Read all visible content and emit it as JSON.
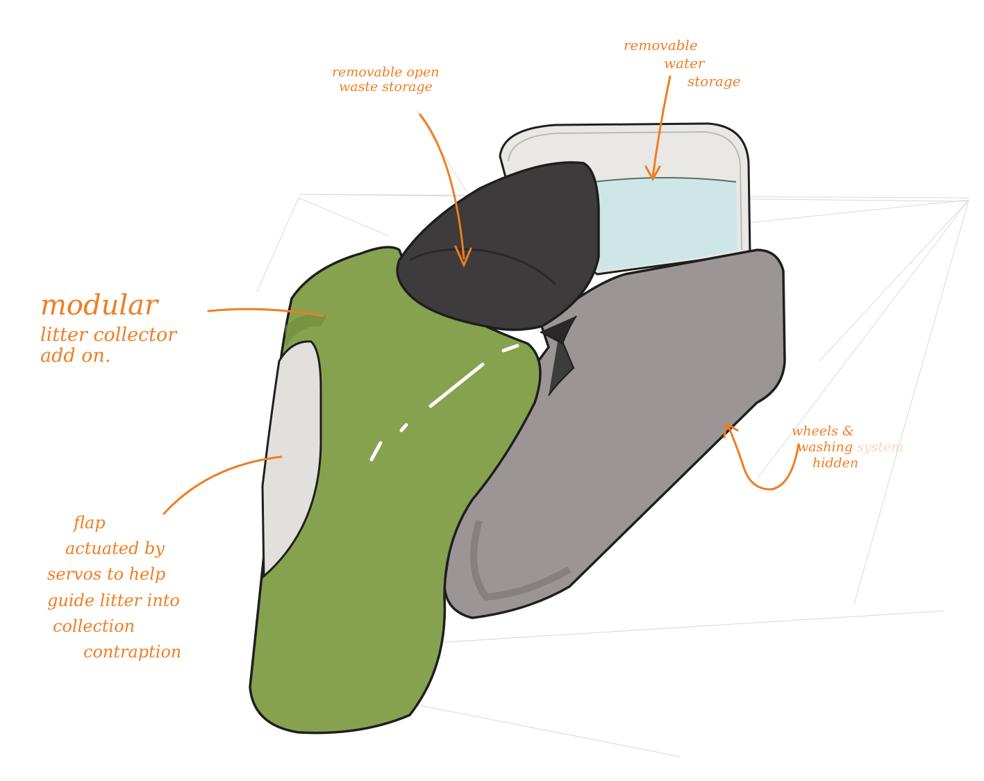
{
  "annotations": {
    "modular": {
      "line1": "modular",
      "line2": "litter collector",
      "line3": "add on."
    },
    "flap": {
      "line1": "flap",
      "line2": "actuated by",
      "line3": "servos to help",
      "line4": "guide litter into",
      "line5": "collection",
      "line6": "contraption"
    },
    "waste": {
      "line1": "removable open",
      "line2": "waste storage"
    },
    "water": {
      "line1": "removable",
      "line2": "water",
      "line3": "storage"
    },
    "wheels": {
      "line1": "wheels &",
      "line2_a": "washing",
      "line2_b": "system",
      "line3": "hidden"
    }
  },
  "colors": {
    "annotation": "#ef7d22",
    "body_green": "#86a24e",
    "body_grey": "#9c9595",
    "waste_bin": "#3d3b3b",
    "water": "#cfe6e6",
    "flap": "#e1e0dc",
    "outline": "#1e1e1e"
  }
}
